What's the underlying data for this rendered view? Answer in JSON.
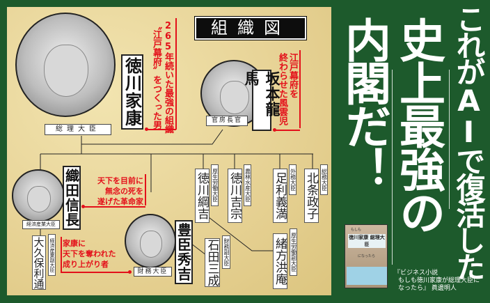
{
  "title": "組織図",
  "headline": {
    "line1": "これがAIで復活した",
    "line2": "史上最強の",
    "line3": "内閣だ！"
  },
  "book": {
    "cover_title": "徳川家康 総理大臣",
    "cover_sub": "もしも",
    "cover_sub2": "になったら"
  },
  "caption": {
    "line1": "『ビジネス小説",
    "line2": "もしも徳川家康が総理大臣に",
    "line3": "なったら』 眞邊明人"
  },
  "leaders": [
    {
      "name": "徳川家康",
      "post": "総理大臣",
      "note": [
        "265年続いた最強の組織",
        "〝江戸幕府〟をつくった男"
      ]
    },
    {
      "name": "坂本龍馬",
      "post": "官房長官",
      "note": [
        "江戸幕府を",
        "終わらせた風雲児"
      ]
    },
    {
      "name": "織田信長",
      "post": "経済産業大臣",
      "note": [
        "天下を目前に",
        "無念の死を",
        "遂げた革命家"
      ]
    },
    {
      "name": "豊臣秀吉",
      "post": "財務大臣",
      "note": [
        "家康に",
        "天下を奪われた",
        "成り上がり者"
      ]
    }
  ],
  "ministers": [
    {
      "name": "大久保利通",
      "post": "経済産業副大臣"
    },
    {
      "name": "石田三成",
      "post": "財務副大臣"
    },
    {
      "name": "徳川綱吉",
      "post": "厚生労働大臣"
    },
    {
      "name": "徳川吉宗",
      "post": "農林水産大臣"
    },
    {
      "name": "足利義満",
      "post": "外務大臣"
    },
    {
      "name": "北条政子",
      "post": "総務大臣"
    },
    {
      "name": "緒方洪庵",
      "post": "厚生労働副大臣"
    }
  ],
  "colors": {
    "green": "#1d5a2c",
    "red": "#e3101a",
    "parchment": "#e6d193"
  }
}
